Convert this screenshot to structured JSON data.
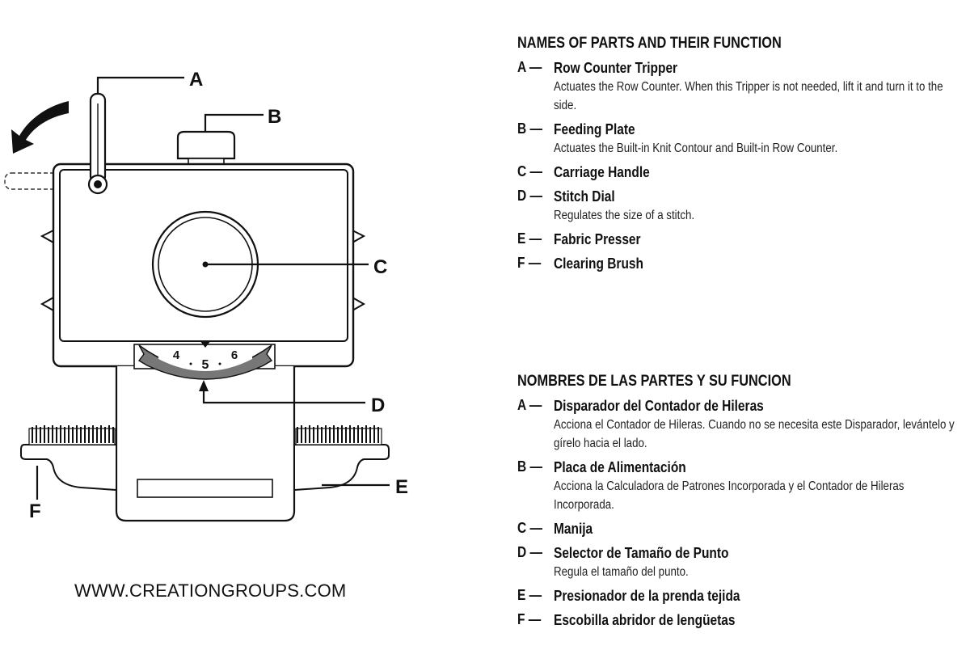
{
  "diagram": {
    "callouts": [
      "A",
      "B",
      "C",
      "D",
      "E",
      "F"
    ],
    "dial_numbers": [
      "4",
      "5",
      "6"
    ]
  },
  "website": "WWW.CREATIONGROUPS.COM",
  "english": {
    "heading": "NAMES OF PARTS AND THEIR FUNCTION",
    "items": [
      {
        "letter": "A —",
        "name": "Row Counter Tripper",
        "desc": "Actuates the Row Counter. When this Tripper is not needed, lift it and turn it to the side."
      },
      {
        "letter": "B —",
        "name": "Feeding Plate",
        "desc": "Actuates the Built-in Knit Contour and Built-in Row Counter."
      },
      {
        "letter": "C —",
        "name": "Carriage Handle",
        "desc": ""
      },
      {
        "letter": "D —",
        "name": "Stitch Dial",
        "desc": "Regulates the size of a stitch."
      },
      {
        "letter": "E —",
        "name": "Fabric Presser",
        "desc": ""
      },
      {
        "letter": "F —",
        "name": "Clearing Brush",
        "desc": ""
      }
    ]
  },
  "spanish": {
    "heading": "NOMBRES DE LAS PARTES Y SU FUNCION",
    "items": [
      {
        "letter": "A —",
        "name": "Disparador del Contador de Hileras",
        "desc": "Acciona el Contador de Hileras. Cuando no se necesita este Disparador, levántelo y gírelo hacia el lado."
      },
      {
        "letter": "B —",
        "name": "Placa de Alimentación",
        "desc": "Acciona la Calculadora de Patrones Incorporada y el Contador de Hileras Incorporada."
      },
      {
        "letter": "C —",
        "name": "Manija",
        "desc": ""
      },
      {
        "letter": "D —",
        "name": "Selector de Tamaño de Punto",
        "desc": "Regula el tamaño del punto."
      },
      {
        "letter": "E —",
        "name": "Presionador de la prenda tejida",
        "desc": ""
      },
      {
        "letter": "F —",
        "name": "Escobilla abridor de lengüetas",
        "desc": ""
      }
    ]
  }
}
